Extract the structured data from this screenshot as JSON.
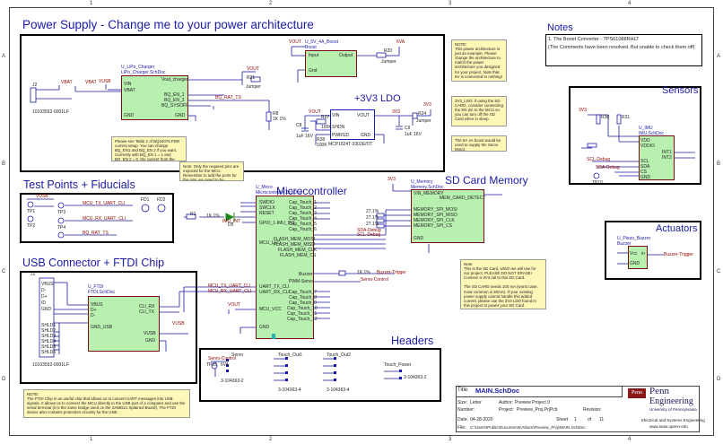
{
  "sections": {
    "power": "Power Supply - Change me to your power architecture",
    "ldo": "+3V3 LDO",
    "test": "Test Points + Fiducials",
    "mcu": "Microcontroller",
    "sd": "SD Card Memory",
    "usb": "USB Connector + FTDI Chip",
    "headers": "Headers",
    "notes": "Notes",
    "sensors": "Sensors",
    "actuators": "Actuators"
  },
  "notes_text": "1. The Boost Converter - TPS61088RHLT\n(The Comments have been resolved. But unable to check them off)",
  "grid_cols": [
    "1",
    "2",
    "3",
    "4"
  ],
  "grid_rows": [
    "A",
    "B",
    "C",
    "D"
  ],
  "components": {
    "charger": "U_LiPo_Charger",
    "charger_sub": "LiPo_Charger.SchDoc",
    "boost": "U_6V_4A_Boost",
    "boost_sub": "Boost",
    "micro": "U_Micro",
    "micro_sub": "Microcontroller.SchDoc",
    "memory": "U_Memory",
    "memory_sub": "Memory.SchDoc",
    "ftdi": "U_FTDI",
    "ftdi_sub": "FTDI.SchDoc",
    "imu": "U_IMU",
    "imu_sub": "IMU.SchDoc",
    "buzzer": "U_Piezo_Buzzer",
    "buzzer_sub": "Buzzer",
    "ldo_part": "MCP1824T-3302E/OT",
    "usb_part": "10103592-0001LF",
    "j1": "J1",
    "j2": "J2"
  },
  "pins": {
    "charger_left": [
      "VIN",
      "VBAT",
      "GND"
    ],
    "charger_right": [
      "Vout_charger",
      "BQ_EN_1",
      "BQ_EN_2",
      "BQ_SYSOFF",
      "GND"
    ],
    "boost_left": [
      "Input",
      "Gnd"
    ],
    "boost_right": [
      "Output"
    ],
    "ldo_left": [
      "VIN",
      "SHDN",
      "PWRGD"
    ],
    "ldo_right": [
      "VOUT",
      "GND"
    ],
    "micro_left": [
      "SWDIO",
      "SWCLK",
      "RESET",
      "GPIO_1-IMU_INT",
      "MCU_LED",
      "UART_TX_CLI",
      "UART_RX_CLI",
      "MCU_VCC",
      "GND"
    ],
    "micro_right": [
      "Cap_Touch_1",
      "Cap_Touch_2",
      "Cap_Touch_3",
      "Cap_Touch_4",
      "Cap_Touch_5",
      "Cap_Touch_6",
      "FLASH_MEM_MOSI",
      "FLASH_MEM_MISO",
      "FLASH_MEM_CLK",
      "FLASH_MEM_CS",
      "Buzzer",
      "PWM-Servo",
      "Cap_Touch_7",
      "Cap_Touch_8",
      "Cap_Touch_9",
      "Cap_Touch_10",
      "Cap_Touch_11",
      "Cap_Touch_12"
    ],
    "memory_left": [
      "VIN_MEMORY",
      "MEMORY_SPI_MOSI",
      "MEMORY_SPI_MISO",
      "MEMORY_SPI_CLK",
      "MEMORY_SPI_CS",
      "GND"
    ],
    "memory_right": [
      "MEM_CARD_DETECT"
    ],
    "ftdi_left": [
      "VBUS",
      "D+",
      "D-",
      "GND_USB"
    ],
    "ftdi_right": [
      "CLI_RX",
      "CLI_TX",
      "VUSB",
      "GND"
    ],
    "imu_left": [
      "VDD",
      "VDDIO",
      "SCL",
      "SDA",
      "CS",
      "GND"
    ],
    "imu_right": [
      "INT1",
      "INT2"
    ],
    "buzzer_pins": [
      "Vcc",
      "GND",
      "in"
    ],
    "usb_pins": [
      "VBUS",
      "D-",
      "D+",
      "ID",
      "GND",
      "SHLD1",
      "SHLD2",
      "SHLD3",
      "SHLD4",
      "SHLD5",
      "SHLD6"
    ]
  },
  "nets": {
    "vbat": "VBAT",
    "vusb": "VUSB",
    "vout": "VOUT",
    "v6": "6VA",
    "bq_rat": "BQ_RAT_TS",
    "mcu_tx": "MCU_TX_UART_CLI",
    "mcu_rx": "MCU_RX_UART_CLI",
    "imu_int": "IMU_INT",
    "sda": "SDA-Debug",
    "scl": "SCL-Debug",
    "buzz": "Buzzer-Trigger",
    "servo": "Servo-Control",
    "v3": "3V3"
  },
  "parts": {
    "r1": "R1",
    "r1v": "1K 1%",
    "r8": "R8",
    "r8v": "1K 1%",
    "r20": "R20",
    "r20v": "Jumper",
    "r21": "R21",
    "r21v": "Jumper",
    "r24": "R24",
    "r24v": "Jumper",
    "r27": "R27",
    "r27v": "100K",
    "r28": "R28",
    "r28v": "100K",
    "c8": "C8",
    "c8v": "1uF 16V",
    "c9": "C9",
    "c9v": "1uF 16V",
    "d5": "D5",
    "tp1": "TP1",
    "tp2": "TP2",
    "tp3": "TP3",
    "tp4": "TP4",
    "fd1": "FD1",
    "fd2": "FD2",
    "tp23": "TP23",
    "tp10": "TP10",
    "r30": "R30",
    "r31": "R31",
    "servo": "Servo",
    "touch_out1": "Touch_Out1",
    "touch_out2": "Touch_Out2",
    "touch_power": "Touch_Power",
    "hdr1": "3-104363-2",
    "hdr2": "3-104363-4",
    "hdr3": "3-104363-4",
    "hdr4": "3-104363-2",
    "sd_ohms": "27.1%"
  },
  "notes": {
    "power_arch": "NOTE:\nThis power architecture is just an example. Please change the architecture to match the power architecture you designed for your project. Note that 6V is connected to nothing!",
    "ldo": "3V3_LDO: If using the SD CARD, consider connecting the EN pin to the MCU so you can turn off the SD Card when in sleep.",
    "boost": "The 6V 4A boost would be used to supply the Servo Motor.",
    "charger": "Please see Table 1 of BQ24075 PDR current setup. You can change BQ_EN1 and BQ_EN 2 if you want. Currently with BQ_EN 1 = 1 and BQ_EN 2 = 0, the current from the USB is limited to 100 mA.",
    "pins": "Note: Only the required pins are exposed for the MCU. Remember to add the ports for the pins you need to be exposed!",
    "sd": "Note:\nThis is the SD Card, which we will use for our project. PLEASE DO NOT ERASE! Connect a 3V3 rail to this SD Card.\n\nThe SD CARD needs 100 mA (worst case, most common is 30mA). If your existing power supply cannot handle this added current, please use the 3V3 LDO found in this project to power your SD Card.",
    "ftdi": "NOTE:\nThe FTDI Chip is an useful chip that allows us to convert UART messages into USB signals. It allows us to connect the MCU directly to the USB port of a computer and use the serial terminal (it is the same bridge used on the SAMD21 Xplained Board). The FTDI device also contains protection circuitry for the USB."
  },
  "title_block": {
    "title_label": "Title:",
    "title": "MAIN.SchDoc",
    "size_label": "Size:",
    "size": "Letter",
    "number_label": "Number:",
    "revision_label": "Revision:",
    "date_label": "Date:",
    "date": "04-28-2020",
    "sheet_label": "Sheet",
    "sheet": "1",
    "of_label": "of",
    "of": "11",
    "file_label": "File:",
    "file": "C:\\Users\\Public\\Documents\\Altium\\Preview_Proj\\MAIN.SchDoc",
    "author_label": "Author:",
    "author": "Preview Project 0",
    "project_label": "Project:",
    "project": "Preview_Proj.PrjPcb",
    "logo_mark": "Penn",
    "logo_top": "Penn",
    "logo_mid": "Engineering",
    "logo_bottom": "University of Pennsylvania",
    "dept": "Electrical and Systems Engineering",
    "url": "www.seas.upenn.edu"
  },
  "colors": {
    "section_title": "#1a1aa8",
    "block_fill": "#b8f0b0",
    "block_border": "#7a0a1a",
    "note_fill": "#fdf7b8",
    "wire": "#1a1aa8",
    "net_label": "#8b0000",
    "led": "#1a8a1a"
  }
}
